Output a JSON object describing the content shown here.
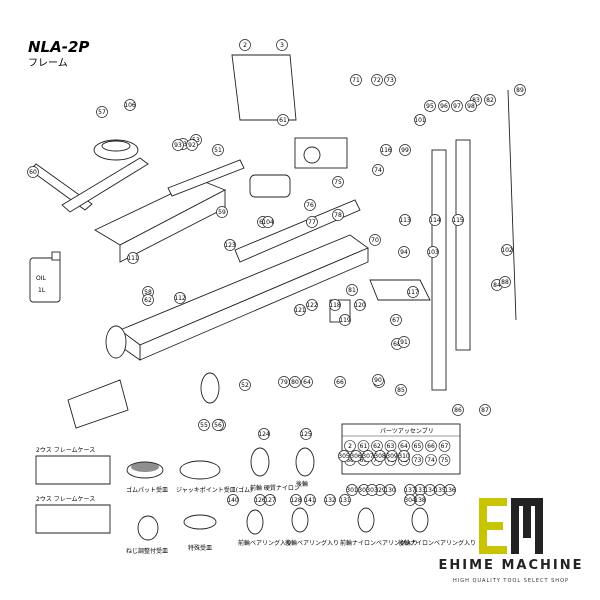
{
  "header": {
    "title": "NLA-2P",
    "subtitle": "フレーム"
  },
  "callouts": [
    "2",
    "3",
    "51",
    "52",
    "53",
    "54",
    "55",
    "56",
    "57",
    "58",
    "59",
    "60",
    "61",
    "62",
    "63",
    "64",
    "65",
    "66",
    "67",
    "68",
    "69",
    "70",
    "71",
    "72",
    "73",
    "74",
    "75",
    "76",
    "77",
    "78",
    "79",
    "80",
    "81",
    "82",
    "83",
    "84",
    "85",
    "86",
    "87",
    "88",
    "89",
    "90",
    "91",
    "92",
    "93",
    "94",
    "95",
    "96",
    "97",
    "98",
    "99",
    "101",
    "102",
    "103",
    "104",
    "106",
    "111",
    "112",
    "113",
    "114",
    "115",
    "116",
    "117",
    "118",
    "119",
    "120",
    "121",
    "122",
    "123",
    "124",
    "125",
    "126",
    "127",
    "128",
    "129",
    "130",
    "131",
    "132",
    "133",
    "134",
    "135",
    "136",
    "137",
    "138",
    "140",
    "141",
    "301",
    "302",
    "303",
    "304",
    "305",
    "306",
    "307",
    "308",
    "309",
    "310"
  ],
  "labels": {
    "oil": "OIL",
    "oil_volume": "1L",
    "parts_assembly": "パーツアッセンブリ",
    "case_2pc": "2ウス フレームケース",
    "case_2pc_b": "2ウス フレームケース",
    "rubber_pad": "ゴムパット受皿",
    "jack_point_pad": "ジャッキポイント受皿(ゴム)",
    "screw_pad": "ねじ調整付受皿",
    "special_pad": "特殊受皿",
    "front_wheel_nylon": "前輪\n硬質ナイロン",
    "rear_wheel": "後輪",
    "front_wheel_bearing": "前輪ベアリング入り",
    "rear_wheel_bearing": "後輪ベアリング入り",
    "front_nylon_bearing": "前輪ナイロンベアリング入り",
    "rear_nylon_bearing": "後輪ナイロンベアリング入り"
  },
  "assembly_codes": [
    "2",
    "61",
    "62",
    "63",
    "64",
    "65",
    "66",
    "67",
    "68",
    "69",
    "70",
    "71",
    "72",
    "73",
    "74",
    "75"
  ],
  "brand": {
    "name": "EHIME MACHINE",
    "tagline": "HIGH QUALITY TOOL SELECT SHOP",
    "logo_letters": "EM",
    "accent": "#c8c400"
  }
}
